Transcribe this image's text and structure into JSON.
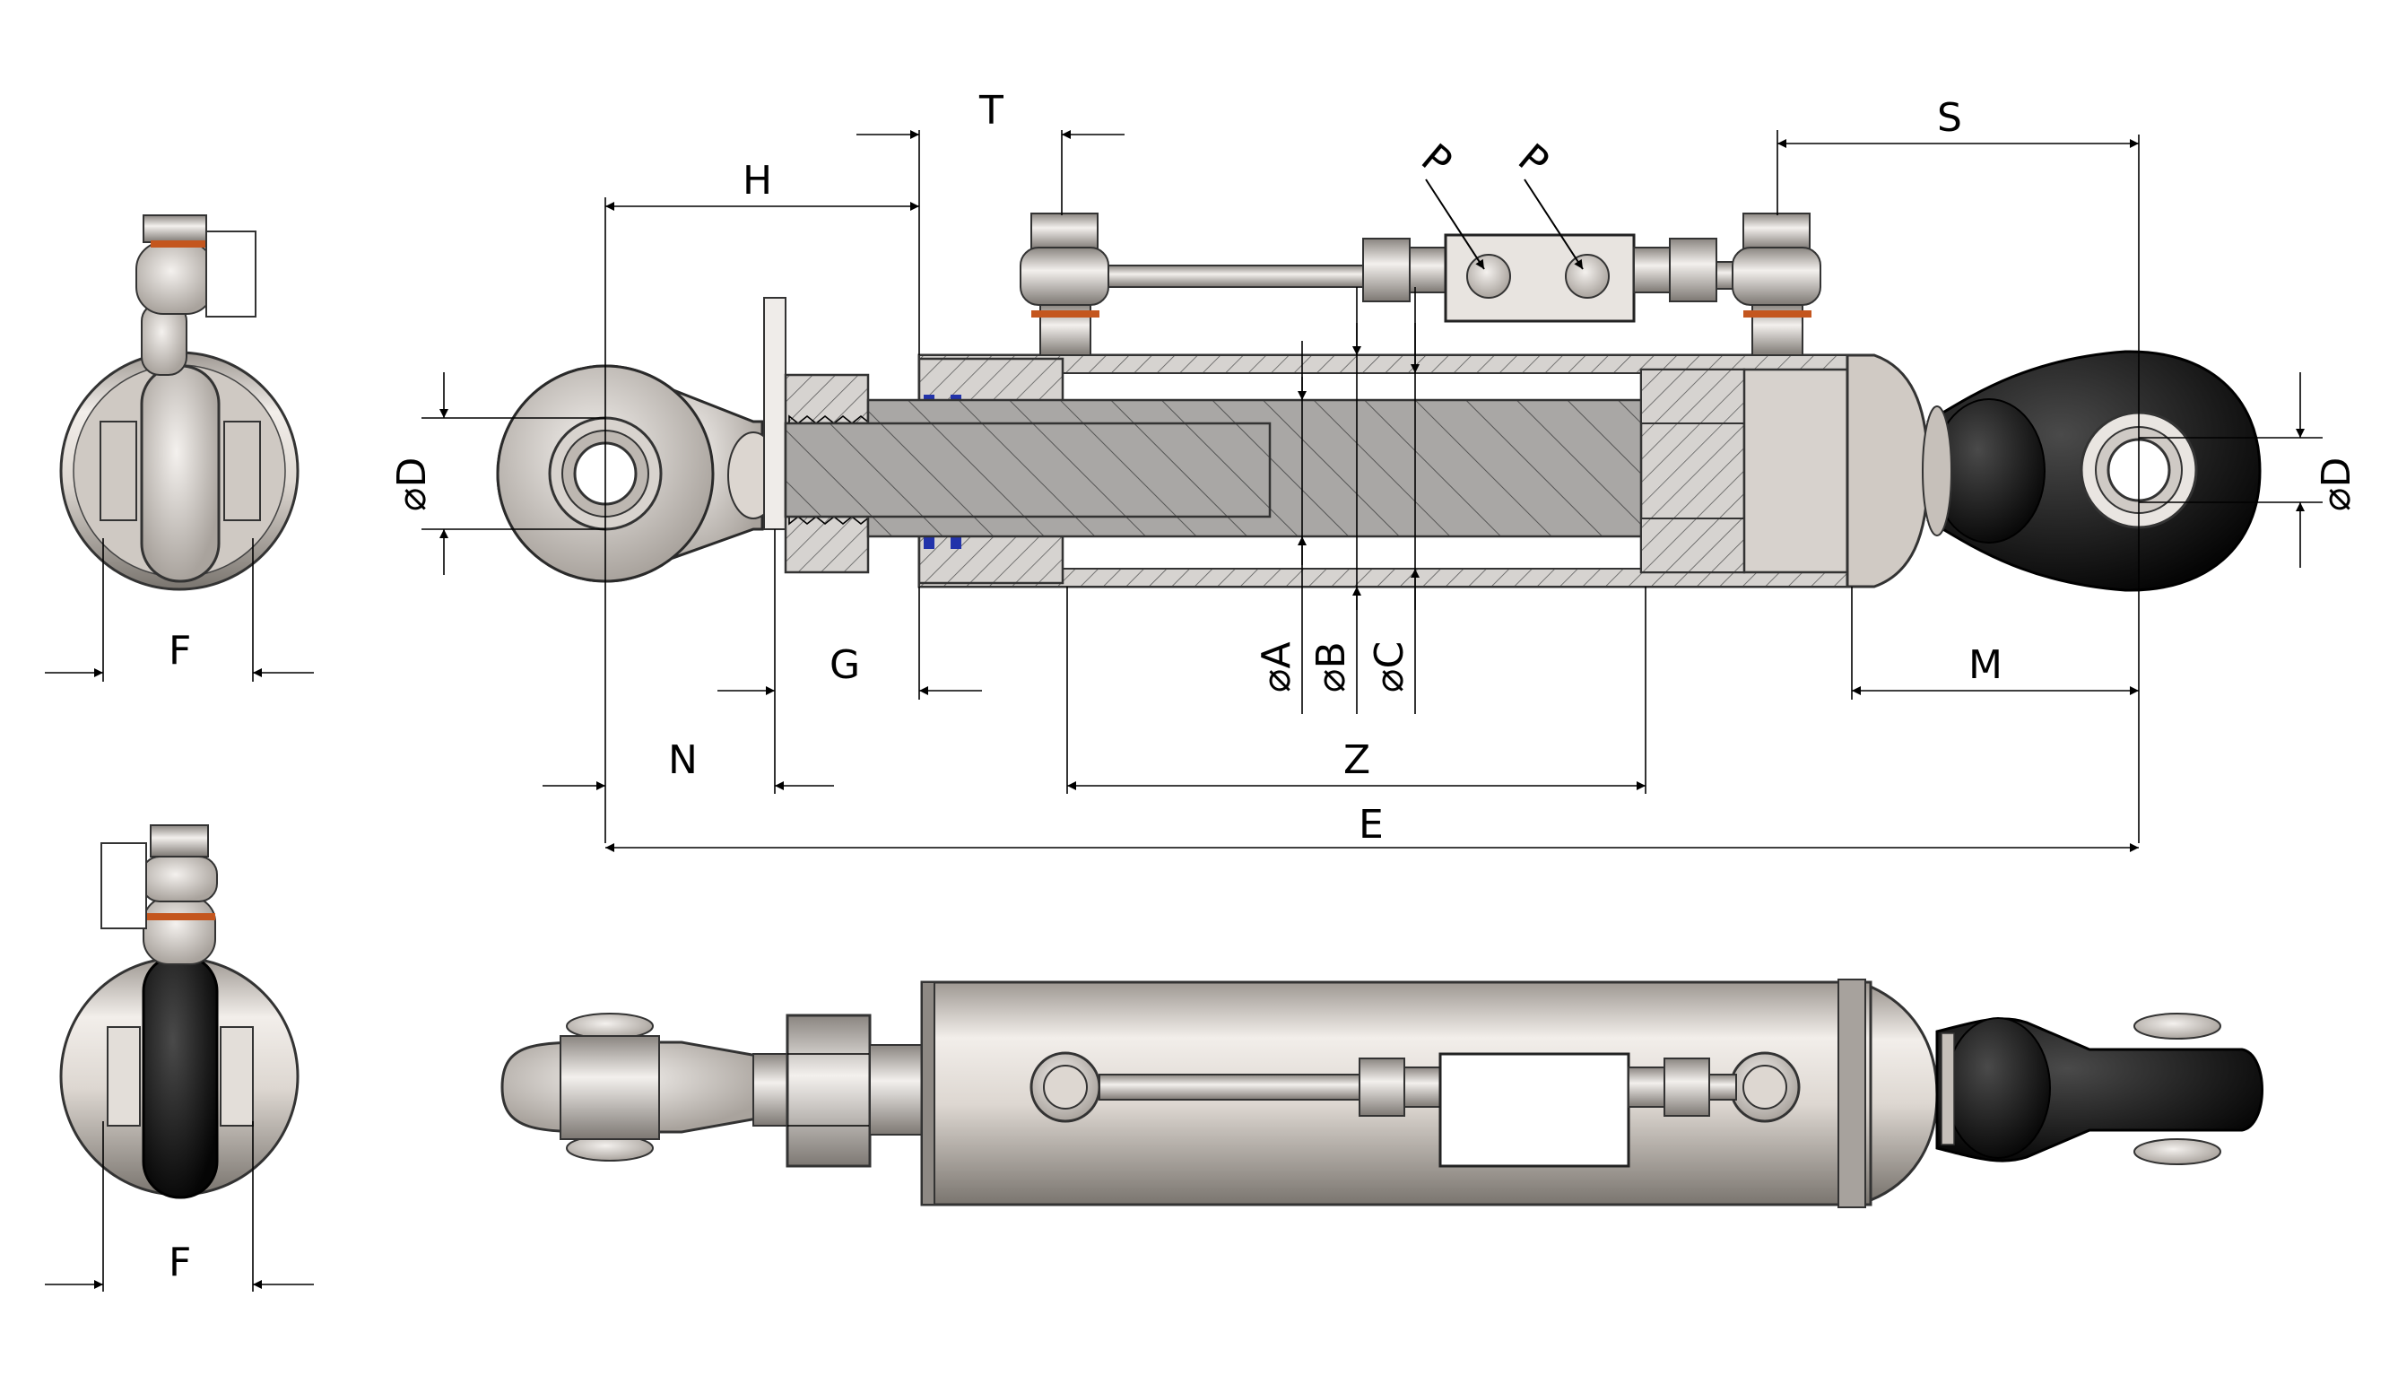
{
  "labels": {
    "T": "T",
    "H": "H",
    "S": "S",
    "P1": "P",
    "P2": "P",
    "D_left": "⌀D",
    "D_right": "⌀D",
    "A": "⌀A",
    "B": "⌀B",
    "C": "⌀C",
    "G": "G",
    "M": "M",
    "N": "N",
    "Z": "Z",
    "E": "E",
    "F_top": "F",
    "F_bottom": "F"
  },
  "colors": {
    "metal": "#c9c3bd",
    "metal_light": "#ece7e2",
    "metal_dark": "#8c8782",
    "section": "#a8a6a4",
    "rubber": "#151515",
    "seal": "#2233aa",
    "ink": "#000000"
  }
}
